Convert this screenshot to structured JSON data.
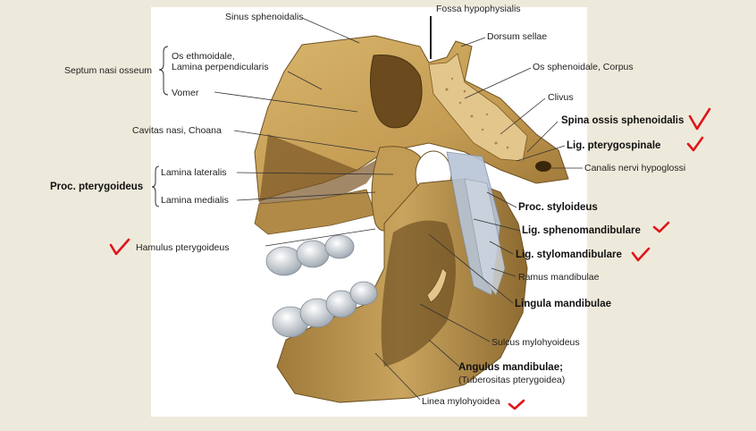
{
  "labels": {
    "sinus_sphenoidalis": "Sinus sphenoidalis",
    "fossa_hypophysialis": "Fossa hypophysialis",
    "dorsum_sellae": "Dorsum sellae",
    "septum_nasi_osseum": "Septum nasi osseum",
    "os_ethmoidale": "Os ethmoidale,",
    "lamina_perpendicularis": "Lamina perpendicularis",
    "vomer": "Vomer",
    "os_sphenoidale_corpus": "Os sphenoidale, Corpus",
    "clivus": "Clivus",
    "spina_ossis_sphenoidalis": "Spina ossis sphenoidalis",
    "cavitas_nasi_choana": "Cavitas nasi, Choana",
    "lig_pterygospinale": "Lig. pterygospinale",
    "canalis_nervi_hypoglossi": "Canalis nervi hypoglossi",
    "proc_pterygoideus": "Proc. pterygoideus",
    "lamina_lateralis": "Lamina lateralis",
    "lamina_medialis": "Lamina medialis",
    "proc_styloideus": "Proc. styloideus",
    "lig_sphenomandibulare": "Lig. sphenomandibulare",
    "hamulus_pterygoideus": "Hamulus pterygoideus",
    "lig_stylomandibulare": "Lig. stylomandibulare",
    "ramus_mandibulae": "Ramus mandibulae",
    "lingula_mandibulae": "Lingula mandibulae",
    "sulcus_mylohyoideus": "Sulcus mylohyoideus",
    "angulus_mandibulae": "Angulus mandibulae;",
    "tuberositas_pterygoidea": "(Tuberositas pterygoidea)",
    "linea_mylohyoidea": "Linea mylohyoidea"
  },
  "colors": {
    "background": "#eeeadb",
    "plate": "#ffffff",
    "bone": "#c9a45e",
    "bone_dark": "#8a6a2e",
    "ligament": "#b7c4d6",
    "teeth": "#d8dde3",
    "checkmark": "#e0151b",
    "leader": "#333333"
  },
  "icons": {
    "check": "red-checkmark-icon"
  }
}
